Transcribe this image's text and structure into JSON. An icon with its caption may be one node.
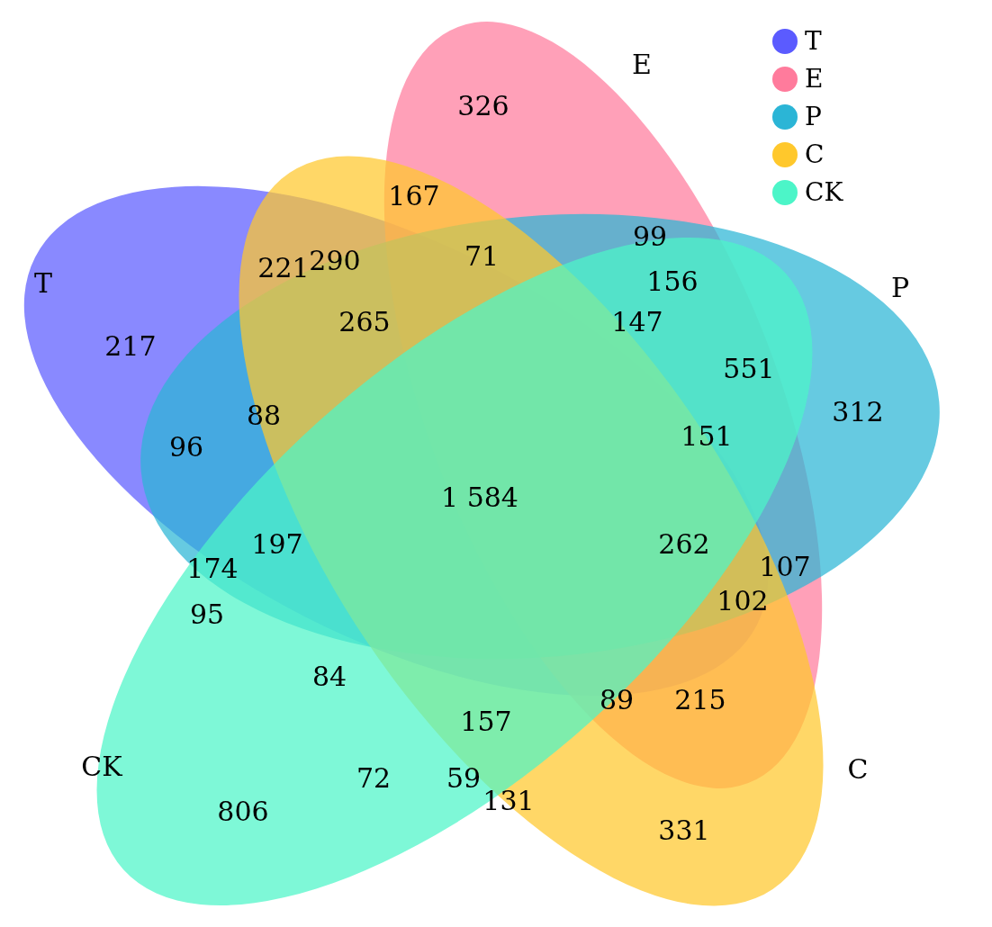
{
  "diagram": {
    "nodes": [
      {
        "text": [
          "E"
        ]
      },
      {
        "text": [
          "T"
        ]
      },
      {
        "text": [
          "P"
        ]
      },
      {
        "text": [
          "CK"
        ]
      },
      {
        "text": [
          "C"
        ]
      }
    ],
    "labels": [
      "326",
      "167",
      "99",
      "71",
      "221",
      "290",
      "156",
      "265",
      "147",
      "217",
      "551",
      "88",
      "312",
      "96",
      "151",
      "1 584",
      "197",
      "262",
      "174",
      "107",
      "102",
      "95",
      "84",
      "89",
      "215",
      "157",
      "72",
      "59",
      "131",
      "806",
      "331"
    ],
    "legend": [
      {
        "text": "T",
        "color": "#5b5bff"
      },
      {
        "text": "E",
        "color": "#ff7b9c"
      },
      {
        "text": "P",
        "color": "#2bb5d6"
      },
      {
        "text": "C",
        "color": "#ffc82c"
      },
      {
        "text": "CK",
        "color": "#4cf5c8"
      }
    ]
  }
}
